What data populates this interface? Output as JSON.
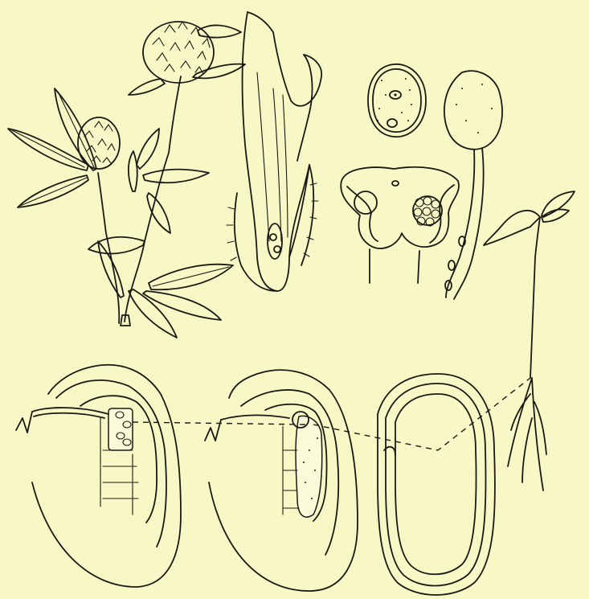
{
  "figure": {
    "kind": "botanical line drawing",
    "background_color": "#f8f7c6",
    "ink_color": "#1a1a14",
    "panels": [
      {
        "id": "clover-plant",
        "icon": "clover-plant-icon"
      },
      {
        "id": "floret-section",
        "icon": "floret-section-icon"
      },
      {
        "id": "pollen-grain",
        "icon": "pollen-grain-icon"
      },
      {
        "id": "anther-section",
        "icon": "anther-section-icon"
      },
      {
        "id": "germinating-pollen",
        "icon": "pollen-tube-icon"
      },
      {
        "id": "seedling",
        "icon": "seedling-icon"
      },
      {
        "id": "ovule-before-fertilization",
        "icon": "ovule-icon"
      },
      {
        "id": "ovule-after-fertilization",
        "icon": "ovule-icon"
      },
      {
        "id": "mature-seed",
        "icon": "seed-icon"
      }
    ]
  }
}
